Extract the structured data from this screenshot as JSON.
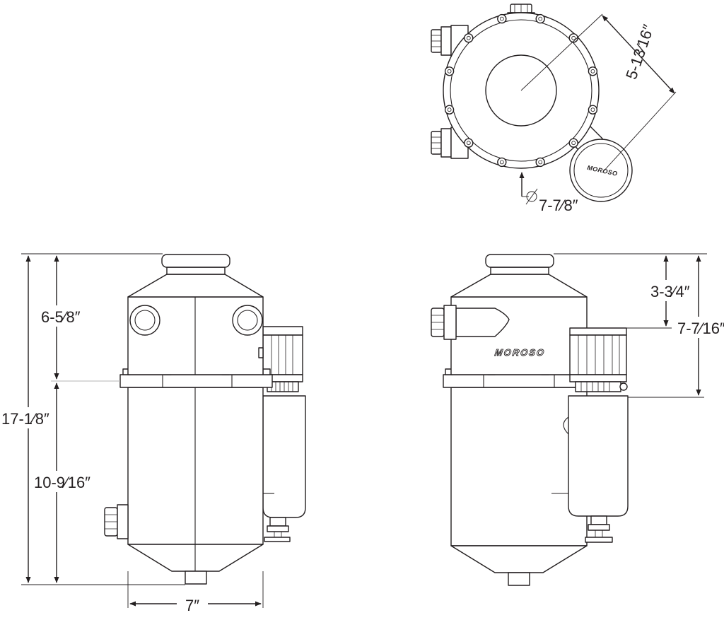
{
  "drawing": {
    "brand": "MOROSO",
    "top_view": {
      "diagonal_dim": "5-13⁄16″",
      "diameter_dim": "7-7⁄8″"
    },
    "front_view": {
      "overall_height": "17-1⁄8″",
      "upper_height": "6-5⁄8″",
      "lower_height": "10-9⁄16″",
      "width": "7″"
    },
    "side_view": {
      "breather_height": "3-3⁄4″",
      "filter_height": "7-7⁄16″"
    }
  }
}
